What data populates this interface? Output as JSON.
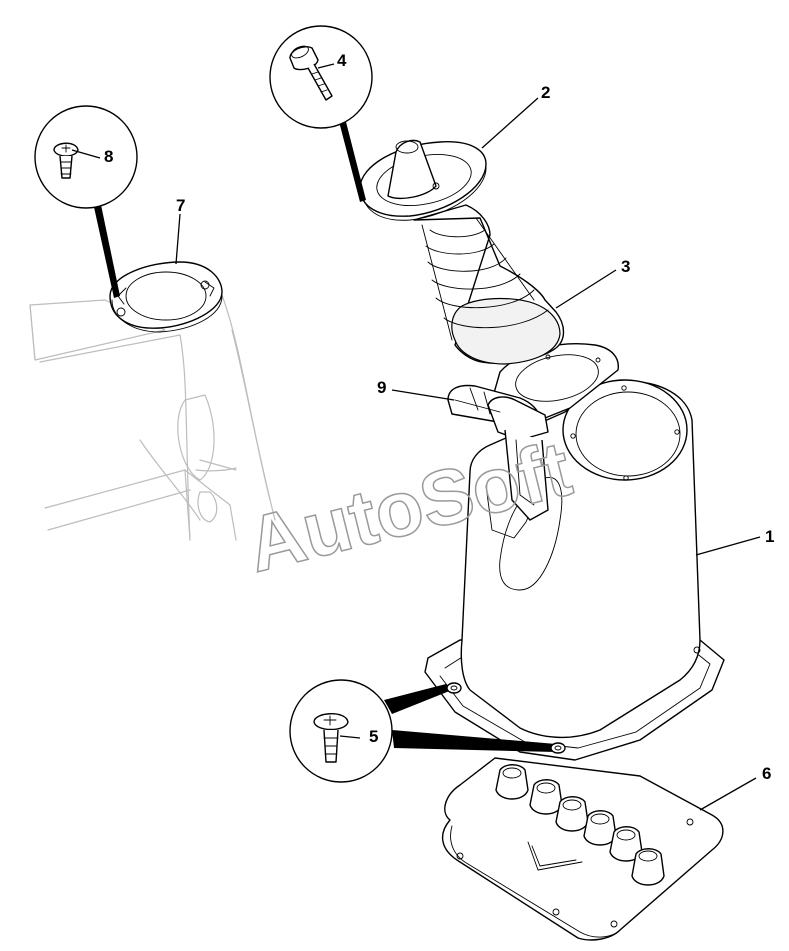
{
  "watermark": "AutoSoft",
  "callouts": {
    "c1": "1",
    "c2": "2",
    "c3": "3",
    "c4": "4",
    "c5": "5",
    "c6": "6",
    "c7": "7",
    "c8": "8",
    "c9": "9"
  },
  "colors": {
    "line": "#000000",
    "ghost": "#bdbdbd",
    "watermark": "#9a9a9a"
  }
}
